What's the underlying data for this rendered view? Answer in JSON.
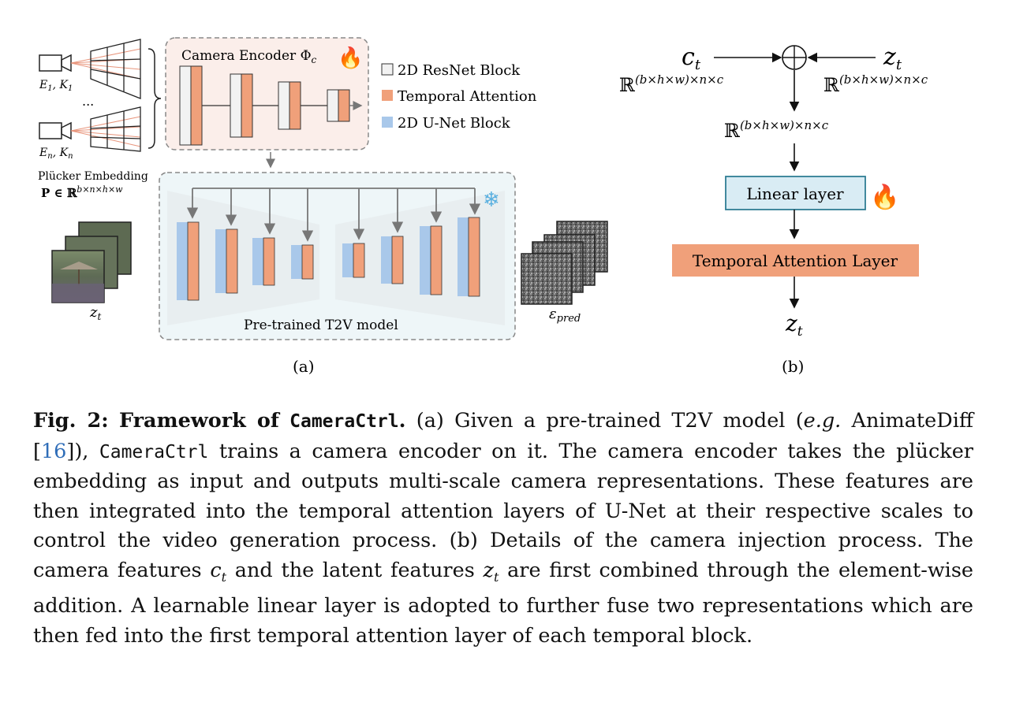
{
  "figure": {
    "panel_a": {
      "camera_labels": [
        "E",
        "1",
        "K",
        "1",
        "E",
        "n",
        "K",
        "n"
      ],
      "ellipsis": "...",
      "plucker_label": "Plücker Embedding",
      "plucker_math": "P ∈ ℝ",
      "plucker_sup": "b×n×h×w",
      "encoder_title": "Camera Encoder Φ",
      "encoder_sub": "c",
      "legend": [
        {
          "label": "2D ResNet Block",
          "color": "#f2f2f2"
        },
        {
          "label": "Temporal Attention",
          "color": "#f0a07a"
        },
        {
          "label": "2D U-Net Block",
          "color": "#a9c8ea"
        }
      ],
      "unet_label": "Pre-trained T2V model",
      "latent_label": "z",
      "latent_sub": "t",
      "noise_label": "ε",
      "noise_sub": "pred",
      "panel_caption": "(a)"
    },
    "panel_b": {
      "ct": "c",
      "ct_sub": "t",
      "zt": "z",
      "zt_sub": "t",
      "dim": "ℝ",
      "dim_sup": "(b×h×w)×n×c",
      "linear_label": "Linear layer",
      "temporal_label": "Temporal Attention Layer",
      "out": "z",
      "out_sub": "t",
      "panel_caption": "(b)"
    },
    "colors": {
      "resnet": "#f2f2f2",
      "temporal": "#f0a07a",
      "unet": "#a9c8ea",
      "linear_fill": "#d9ecf4",
      "linear_stroke": "#2f7d94",
      "encoder_bg": "#fbeeea",
      "unet_bg": "#eef6f8"
    }
  },
  "caption": {
    "fig_label": "Fig. 2:",
    "fig_title": "Framework of",
    "fig_title_code": "CameraCtrl",
    "period": ".",
    "s1a": "(a) Given a pre-trained T2V model (",
    "s1eg": "e.g.",
    "s1b": " AnimateDiff [",
    "s1cite": "16",
    "s1c": "]), ",
    "s1code": "CameraCtrl",
    "s1d": " trains a camera encoder on it. The camera encoder takes the plücker embedding as input and outputs multi-scale camera representations. These features are then integrated into the temporal attention layers of U-Net at their respective scales to control the video generation process. (b) Details of the camera injection process. The camera features ",
    "ct": "c",
    "ct_sub": "t",
    "s1e": " and the latent features ",
    "zt": "z",
    "zt_sub": "t",
    "s1f": " are first combined through the element-wise addition. A learnable linear layer is adopted to further fuse two representations which are then fed into the first temporal attention layer of each temporal block."
  }
}
